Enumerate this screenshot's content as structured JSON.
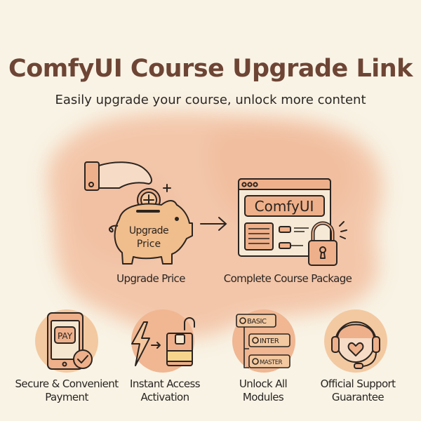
{
  "header": {
    "title": "ComfyUI Course Upgrade Link",
    "subtitle": "Easily upgrade your course, unlock more content"
  },
  "flow": {
    "piggy_text_line1": "Upgrade",
    "piggy_text_line2": "Price",
    "left_label": "Upgrade Price",
    "window_brand": "ComfyUI",
    "right_label": "Complete Course Package"
  },
  "features": [
    {
      "icon": "phone-pay-icon",
      "badge": "PAY",
      "line1": "Secure & Convenient",
      "line2": "Payment"
    },
    {
      "icon": "lightning-unlock-icon",
      "line1": "Instant Access",
      "line2": "Activation"
    },
    {
      "icon": "modules-tree-icon",
      "levels": [
        "BASIC",
        "INTER",
        "MASTER"
      ],
      "line1": "Unlock All",
      "line2": "Modules"
    },
    {
      "icon": "headset-support-icon",
      "line1": "Official Support",
      "line2": "Guarantee"
    }
  ],
  "colors": {
    "background": "#f8f3e5",
    "wash": "#f1b998",
    "accent": "#eeb08a",
    "title": "#6e4535"
  }
}
